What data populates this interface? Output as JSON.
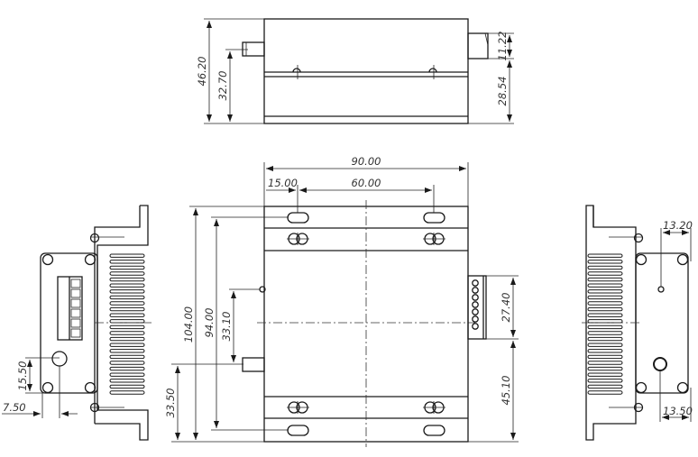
{
  "drawing": {
    "type": "mechanical dimension drawing",
    "units": "mm",
    "views": {
      "top_view": {
        "dimensions": {
          "overall_height": "46.20",
          "connector_height": "32.70",
          "terminal_height": "11.22",
          "terminal_offset": "28.54"
        }
      },
      "front_view": {
        "dimensions": {
          "overall_width": "90.00",
          "hole_edge_offset": "15.00",
          "hole_spacing": "60.00",
          "overall_length": "104.00",
          "hole_row_spacing": "94.00",
          "led_offset": "33.10",
          "antenna_offset": "33.50",
          "terminal_block_length": "27.40",
          "terminal_block_offset": "45.10"
        },
        "terminal_pins": 7
      },
      "left_view": {
        "dimensions": {
          "port_height": "15.50",
          "port_offset": "7.50"
        },
        "terminal_slots": 6
      },
      "right_view": {
        "dimensions": {
          "led_hole_offset": "13.20",
          "button_hole_offset": "13.50"
        }
      }
    }
  }
}
